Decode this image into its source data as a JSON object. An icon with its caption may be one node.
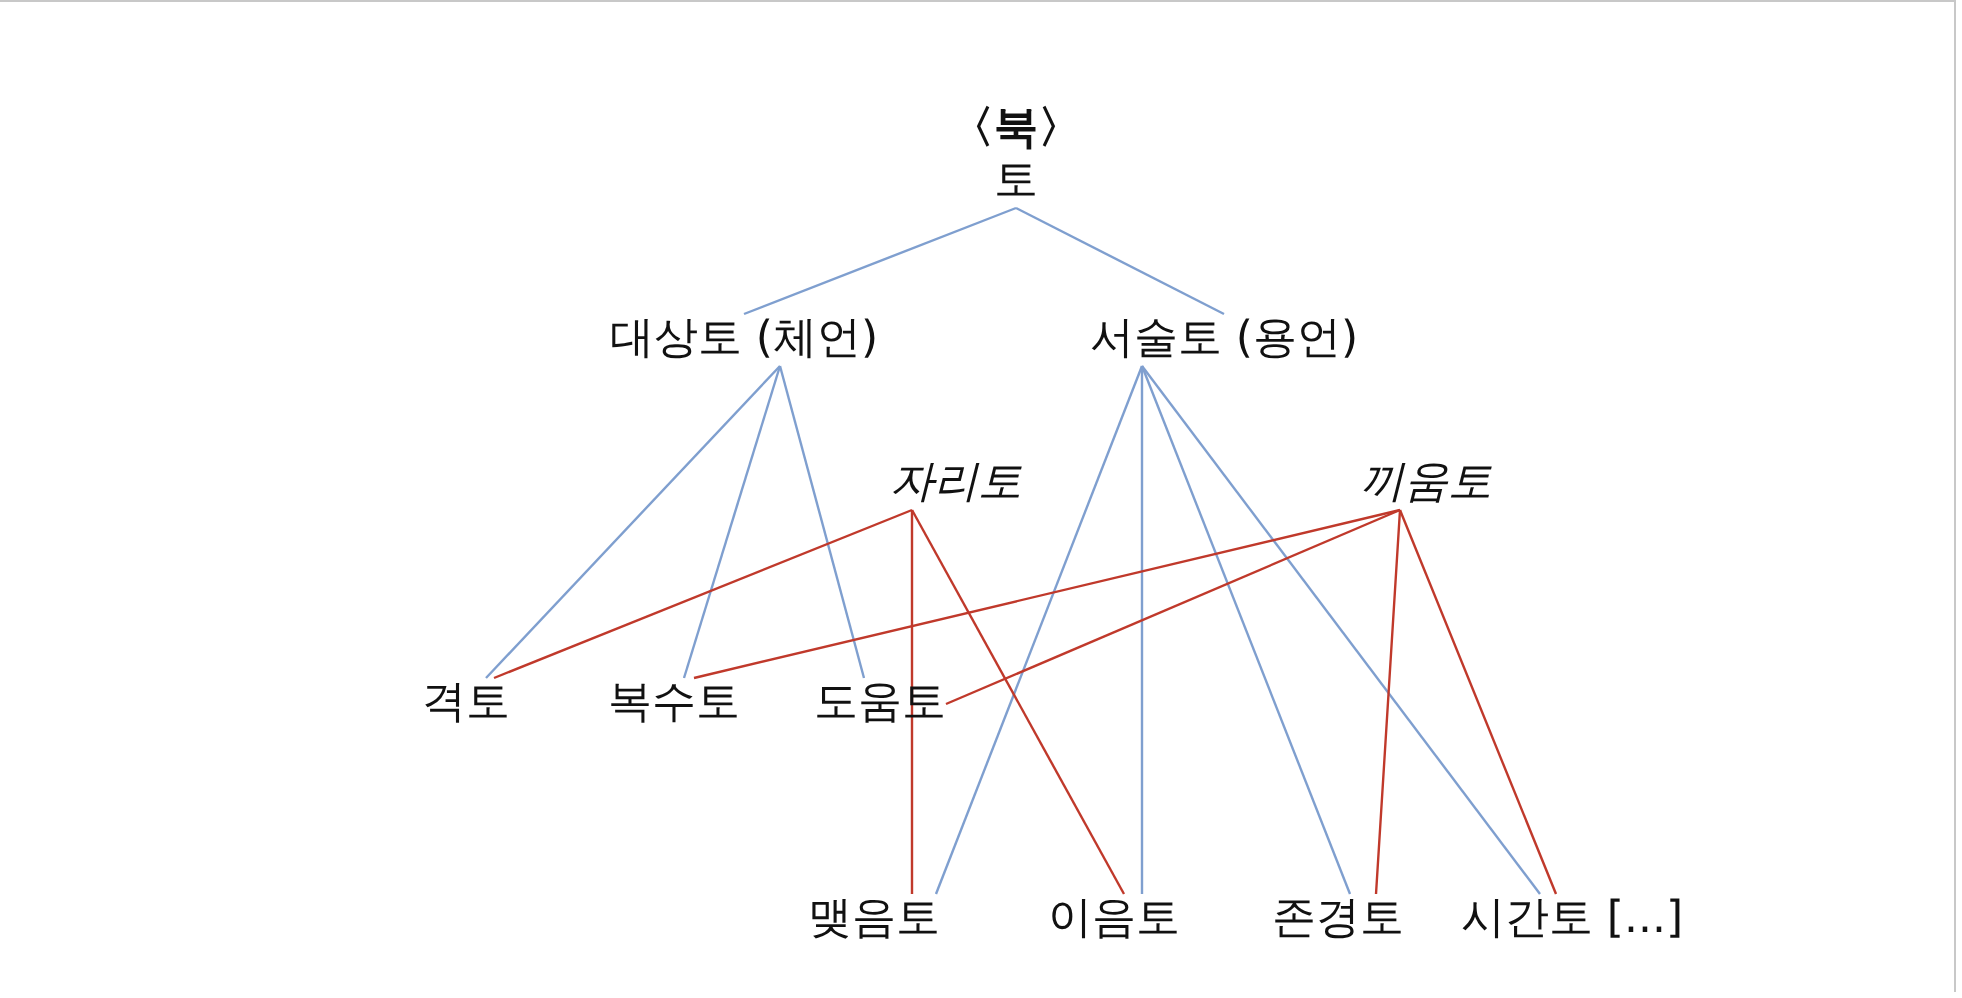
{
  "diagram": {
    "nodes": [
      {
        "text": [
          "〈북〉",
          "토"
        ]
      },
      {
        "text": [
          "대상토 (체언)"
        ]
      },
      {
        "text": [
          "서술토 (용언)"
        ]
      },
      {
        "text": [
          "자리토"
        ]
      },
      {
        "text": [
          "끼움토"
        ]
      },
      {
        "text": [
          "격토"
        ]
      },
      {
        "text": [
          "복수토"
        ]
      },
      {
        "text": [
          "도움토"
        ]
      },
      {
        "text": [
          "맺음토"
        ]
      },
      {
        "text": [
          "이음토"
        ]
      },
      {
        "text": [
          "존경토"
        ]
      },
      {
        "text": [
          "시간토 [...]"
        ]
      }
    ],
    "edges": [
      {
        "from": 0,
        "to": 1,
        "arrow": "none"
      },
      {
        "from": 0,
        "to": 2,
        "arrow": "none"
      },
      {
        "from": 1,
        "to": 5,
        "arrow": "none"
      },
      {
        "from": 1,
        "to": 6,
        "arrow": "none"
      },
      {
        "from": 1,
        "to": 7,
        "arrow": "none"
      },
      {
        "from": 2,
        "to": 8,
        "arrow": "none"
      },
      {
        "from": 2,
        "to": 9,
        "arrow": "none"
      },
      {
        "from": 2,
        "to": 10,
        "arrow": "none"
      },
      {
        "from": 2,
        "to": 11,
        "arrow": "none"
      },
      {
        "from": 3,
        "to": 5,
        "arrow": "none",
        "color": "#c0392b"
      },
      {
        "from": 3,
        "to": 8,
        "arrow": "none",
        "color": "#c0392b"
      },
      {
        "from": 3,
        "to": 9,
        "arrow": "none",
        "color": "#c0392b"
      },
      {
        "from": 4,
        "to": 6,
        "arrow": "none",
        "color": "#c0392b"
      },
      {
        "from": 4,
        "to": 7,
        "arrow": "none",
        "color": "#c0392b"
      },
      {
        "from": 4,
        "to": 10,
        "arrow": "none",
        "color": "#c0392b"
      },
      {
        "from": 4,
        "to": 11,
        "arrow": "none",
        "color": "#c0392b"
      }
    ]
  }
}
